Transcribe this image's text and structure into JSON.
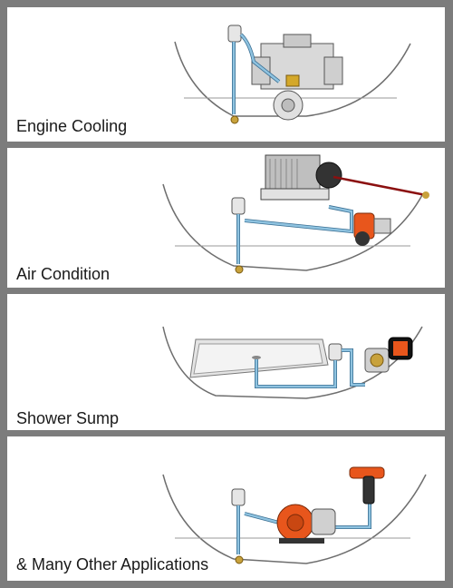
{
  "panels": [
    {
      "caption": "Engine Cooling"
    },
    {
      "caption": "Air Condition"
    },
    {
      "caption": "Shower Sump"
    },
    {
      "caption": "& Many Other Applications"
    }
  ],
  "colors": {
    "frame": "#7c7c7c",
    "hull": "#6e6e6e",
    "hose": "#8fc3e0",
    "hose_edge": "#3a6f93",
    "pump_orange": "#e8561c",
    "brass": "#c8a23c",
    "red_line": "#8b1010"
  }
}
